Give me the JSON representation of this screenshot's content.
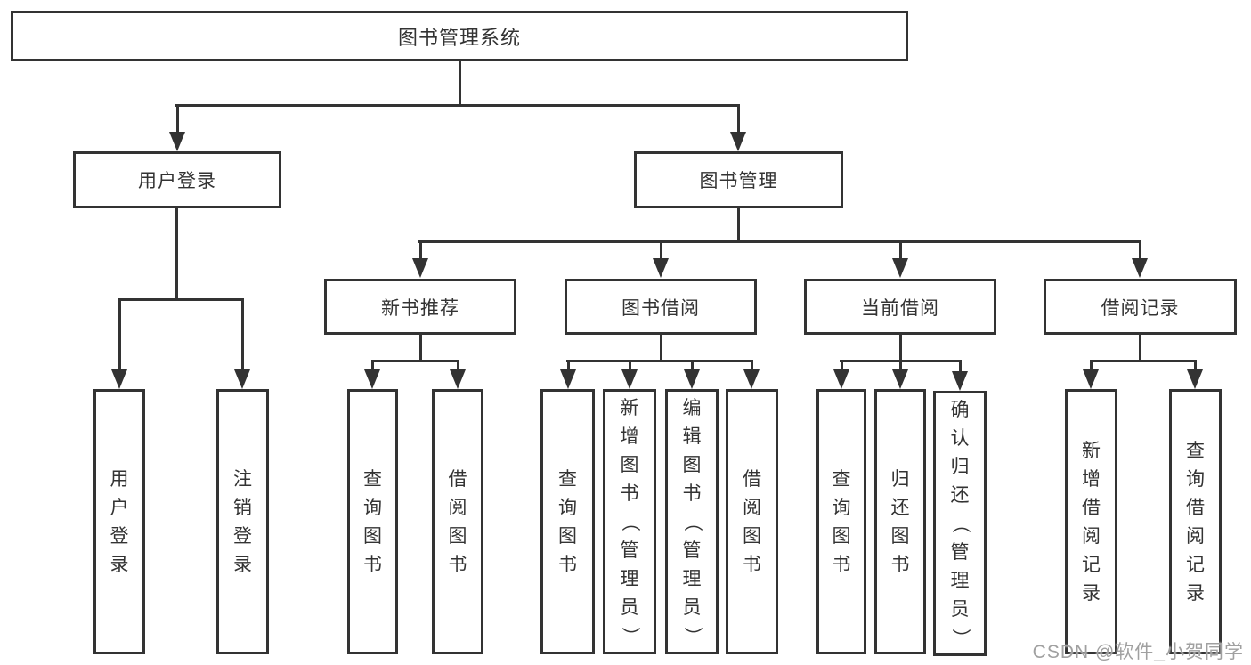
{
  "diagram": {
    "title": "图书管理系统",
    "level2": {
      "user_login": "用户登录",
      "book_management": "图书管理"
    },
    "level3": {
      "new_book_recommend": "新书推荐",
      "book_borrow": "图书借阅",
      "current_borrow": "当前借阅",
      "borrow_records": "借阅记录"
    },
    "leaves": {
      "user_login": [
        "用户登录",
        "注销登录"
      ],
      "new_book_recommend": [
        "查询图书",
        "借阅图书"
      ],
      "book_borrow": [
        "查询图书",
        "新增图书（管理员）",
        "编辑图书（管理员）",
        "借阅图书"
      ],
      "current_borrow": [
        "查询图书",
        "归还图书",
        "确认归还（管理员）"
      ],
      "borrow_records": [
        "新增借阅记录",
        "查询借阅记录"
      ]
    },
    "watermark": "CSDN @软件_小贺同学",
    "colors": {
      "line": "#333333",
      "text": "#333333",
      "background": "#ffffff",
      "watermark": "#a0a0a0"
    }
  }
}
